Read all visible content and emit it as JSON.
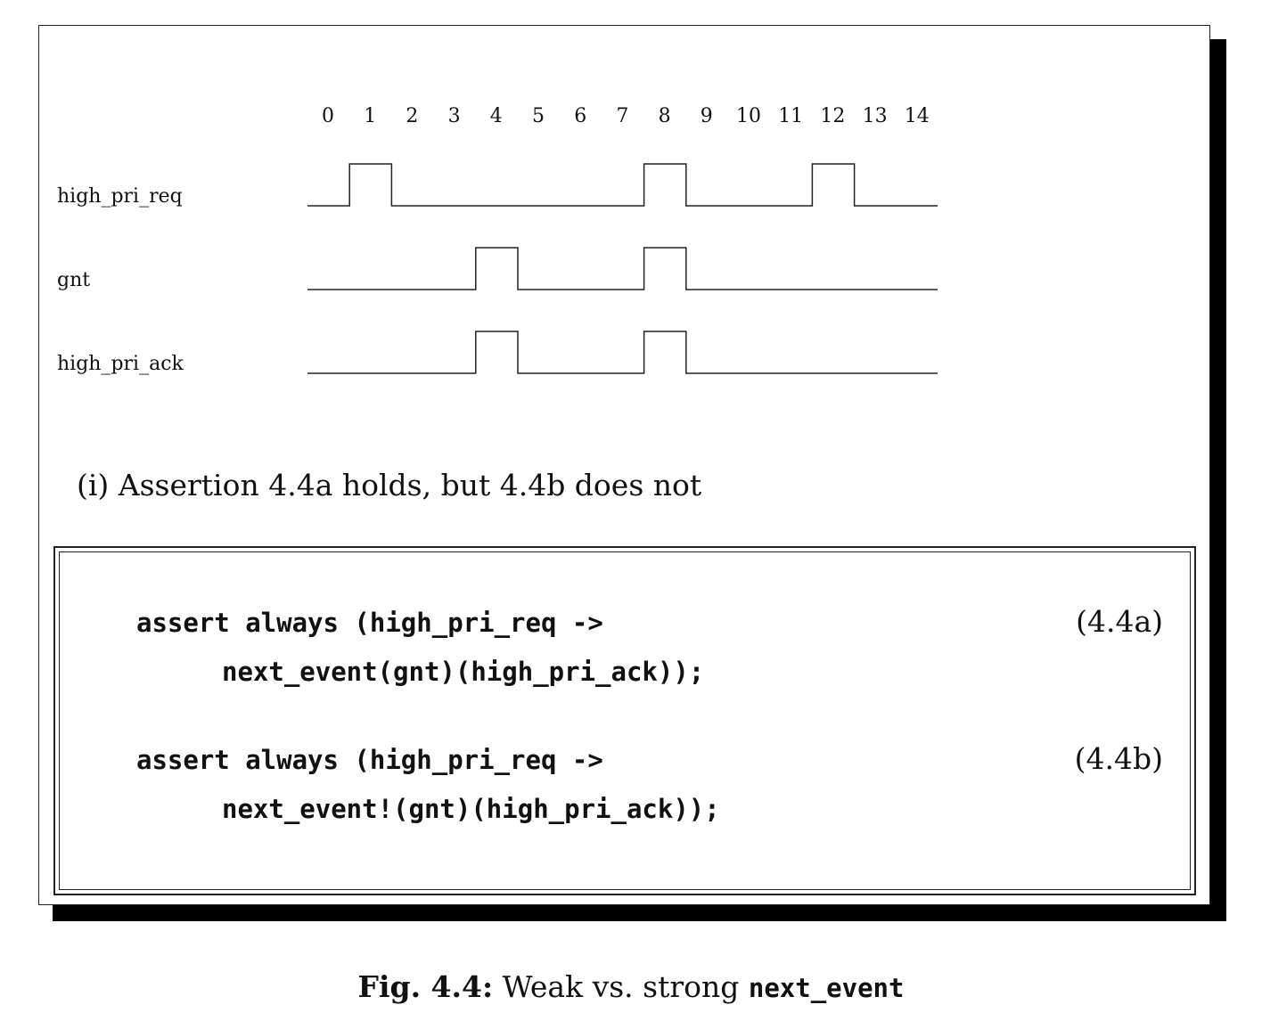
{
  "timing": {
    "ticks": [
      "0",
      "1",
      "2",
      "3",
      "4",
      "5",
      "6",
      "7",
      "8",
      "9",
      "10",
      "11",
      "12",
      "13",
      "14"
    ],
    "signals": [
      {
        "name": "high_pri_req",
        "high_intervals": [
          [
            1,
            2
          ],
          [
            8,
            9
          ],
          [
            12,
            13
          ]
        ]
      },
      {
        "name": "gnt",
        "high_intervals": [
          [
            4,
            5
          ],
          [
            8,
            9
          ]
        ]
      },
      {
        "name": "high_pri_ack",
        "high_intervals": [
          [
            4,
            5
          ],
          [
            8,
            9
          ]
        ]
      }
    ]
  },
  "subcaption": "(i) Assertion 4.4a holds, but 4.4b does not",
  "assertions": [
    {
      "line1": "assert always (high_pri_req ->",
      "line2": "next_event(gnt)(high_pri_ack));",
      "label": "(4.4a)"
    },
    {
      "line1": "assert always (high_pri_req ->",
      "line2": "next_event!(gnt)(high_pri_ack));",
      "label": "(4.4b)"
    }
  ],
  "figure_caption": {
    "prefix": "Fig. 4.4:",
    "text": "Weak vs. strong",
    "code": "next_event"
  }
}
